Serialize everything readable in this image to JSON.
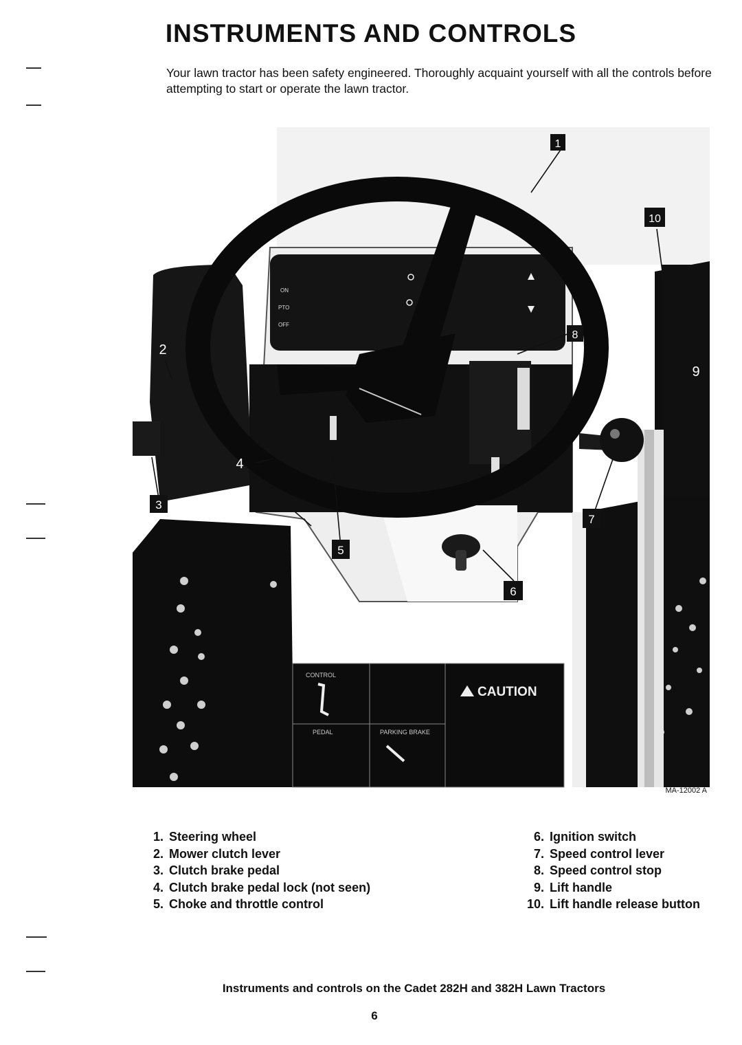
{
  "page": {
    "title": "INSTRUMENTS AND CONTROLS",
    "intro": "Your lawn tractor has been safety engineered. Thoroughly acquaint yourself with all the controls before attempting to start or operate the lawn tractor.",
    "caption": "Instruments and controls on the Cadet 282H and 382H Lawn Tractors",
    "page_number": "6"
  },
  "figure": {
    "ref_code": "MA-12002 A",
    "decal_caution": "CAUTION",
    "decal_labels": [
      "CONTROL",
      "PEDAL",
      "PARKING BRAKE"
    ],
    "dash_labels": [
      "ON",
      "PTO",
      "OFF"
    ],
    "callouts": [
      "1",
      "2",
      "3",
      "4",
      "5",
      "6",
      "7",
      "8",
      "9",
      "10"
    ]
  },
  "legend_left": [
    {
      "num": "1.",
      "label": "Steering wheel"
    },
    {
      "num": "2.",
      "label": "Mower clutch lever"
    },
    {
      "num": "3.",
      "label": "Clutch brake pedal"
    },
    {
      "num": "4.",
      "label": "Clutch brake pedal lock (not seen)"
    },
    {
      "num": "5.",
      "label": "Choke and throttle control"
    }
  ],
  "legend_right": [
    {
      "num": "6.",
      "label": "Ignition switch"
    },
    {
      "num": "7.",
      "label": "Speed control lever"
    },
    {
      "num": "8.",
      "label": "Speed control stop"
    },
    {
      "num": "9.",
      "label": "Lift handle"
    },
    {
      "num": "10.",
      "label": "Lift handle release button"
    }
  ]
}
